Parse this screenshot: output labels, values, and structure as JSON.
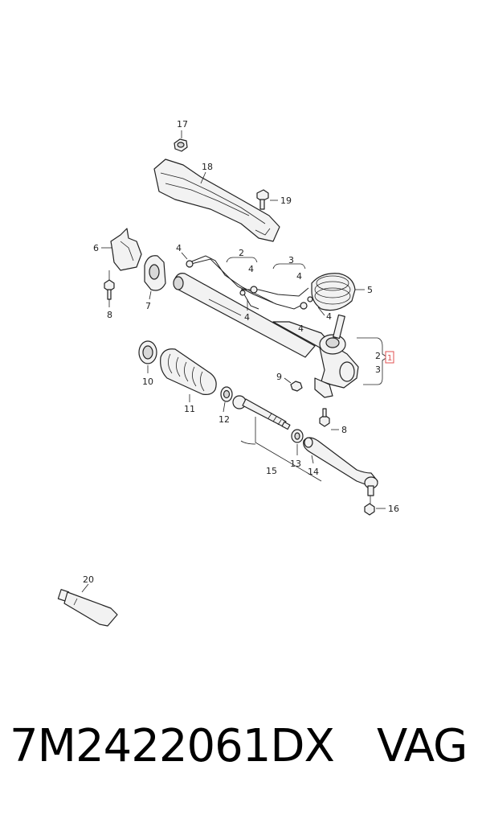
{
  "diagram": {
    "callouts": {
      "n1": "1",
      "n2a": "2",
      "n2b": "2",
      "n3a": "3",
      "n3b": "3",
      "n4a": "4",
      "n4b": "4",
      "n4c": "4",
      "n4d": "4",
      "n4e": "4",
      "n4f": "4",
      "n5": "5",
      "n6": "6",
      "n7": "7",
      "n8a": "8",
      "n8b": "8",
      "n9": "9",
      "n10": "10",
      "n11": "11",
      "n12": "12",
      "n13": "13",
      "n14": "14",
      "n15": "15",
      "n16": "16",
      "n17": "17",
      "n18": "18",
      "n19": "19",
      "n20": "20"
    }
  },
  "footer": {
    "part_number": "7M2422061DX",
    "brand": "VAG"
  }
}
